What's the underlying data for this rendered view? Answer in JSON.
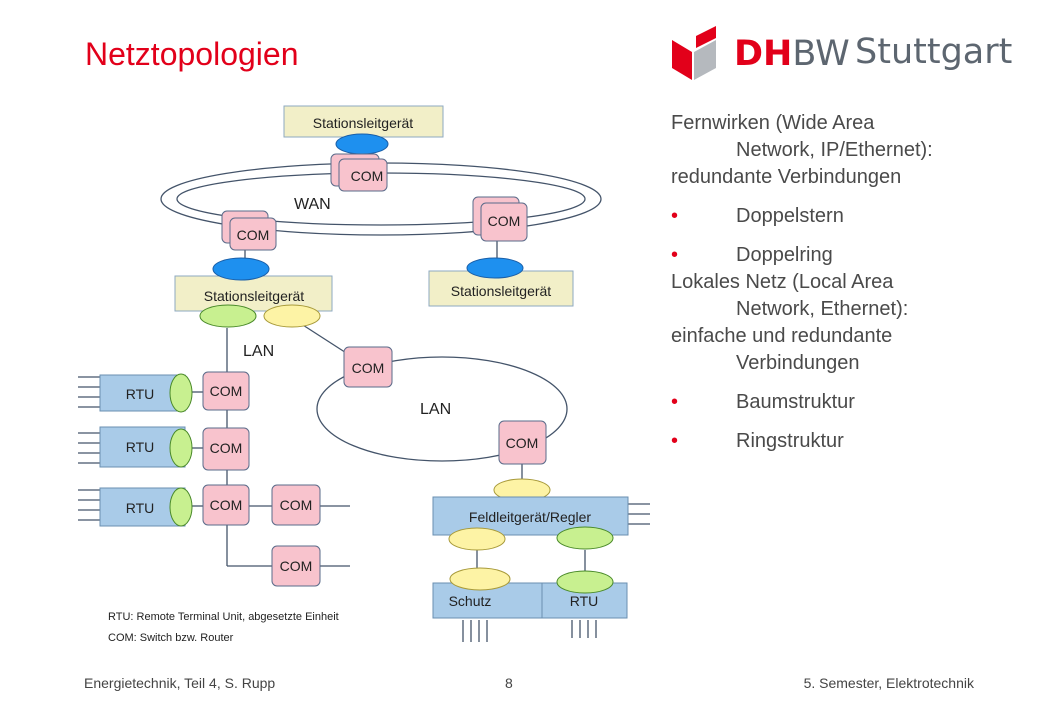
{
  "title": "Netztopologien",
  "logo": {
    "brand_bold": "DH",
    "brand_rest": "BW",
    "city": "Stuttgart"
  },
  "diagram": {
    "station_top": "Stationsleitgerät",
    "station_left": "Stationsleitgerät",
    "station_right": "Stationsleitgerät",
    "com": "COM",
    "wan": "WAN",
    "lan_tree": "LAN",
    "lan_ring": "LAN",
    "rtu": "RTU",
    "field_device": "Feldleitgerät/Regler",
    "schutz": "Schutz",
    "rtu_bottom": "RTU"
  },
  "legend": {
    "rtu": "RTU: Remote Terminal Unit, abgesetzte Einheit",
    "com": "COM: Switch bzw. Router"
  },
  "text": {
    "wan_heading": "Fernwirken (Wide Area",
    "wan_heading_cont": "Network, IP/Ethernet):",
    "wan_sub": "redundante Verbindungen",
    "wan_bullets": [
      "Doppelstern",
      "Doppelring"
    ],
    "lan_heading": "Lokales Netz (Local Area",
    "lan_heading_cont": "Network, Ethernet):",
    "lan_sub": "einfache und redundante",
    "lan_sub_cont": "Verbindungen",
    "lan_bullets": [
      "Baumstruktur",
      "Ringstruktur"
    ],
    "bullet_char": "•"
  },
  "footer": {
    "left": "Energietechnik, Teil 4, S. Rupp",
    "page": "8",
    "right": "5. Semester, Elektrotechnik"
  },
  "colors": {
    "accent": "#e2001a",
    "com_fill": "#f8c3cd",
    "station_fill": "#f2efc8",
    "node_fill": "#a9cbe8",
    "port_blue": "#1e90ef",
    "port_green": "#c8f090",
    "port_yellow": "#fdf3a5"
  }
}
